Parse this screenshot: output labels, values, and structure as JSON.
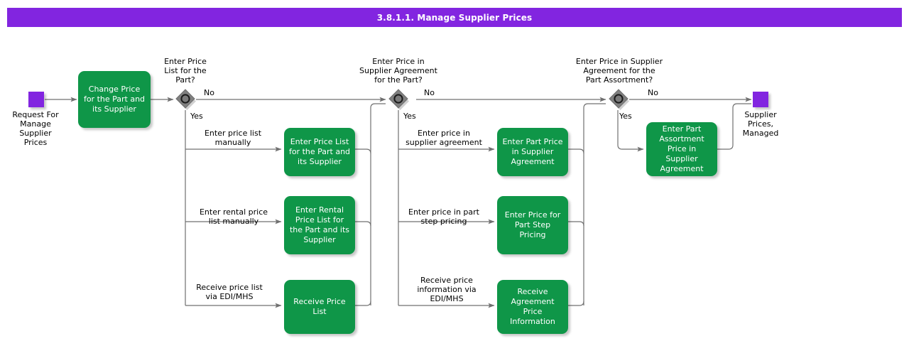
{
  "header": {
    "title": "3.8.1.1. Manage Supplier Prices",
    "bar_color": "#8225e0",
    "title_color": "#ffffff"
  },
  "palette": {
    "task_green": "#0f9648",
    "event_purple": "#8225e0",
    "gateway_gray": "#808080",
    "line_gray": "#707070",
    "text_black": "#000000"
  },
  "diagram": {
    "type": "flowchart",
    "start_event": {
      "name": "start-event",
      "label": "Request For\nManage\nSupplier\nPrices"
    },
    "end_event": {
      "name": "end-event",
      "label": "Supplier\nPrices,\nManaged"
    },
    "first_task": {
      "label": "Change Price for\nthe Part and its\nSupplier"
    },
    "gateways": [
      {
        "id": "gw1",
        "question": "Enter Price\nList for the\nPart?",
        "yes_label": "Yes",
        "no_label": "No"
      },
      {
        "id": "gw2",
        "question": "Enter Price in\nSupplier Agreement\nfor the Part?",
        "yes_label": "Yes",
        "no_label": "No"
      },
      {
        "id": "gw3",
        "question": "Enter Price in Supplier\nAgreement for the\nPart Assortment?",
        "yes_label": "Yes",
        "no_label": "No"
      }
    ],
    "branches": [
      {
        "gateway": "gw1",
        "edge_label": "Enter price list\nmanually",
        "task": "Enter Price List\nfor the Part and\nits Supplier"
      },
      {
        "gateway": "gw1",
        "edge_label": "Enter rental price\nlist manually",
        "task": "Enter Rental\nPrice List for the\nPart and its\nSupplier"
      },
      {
        "gateway": "gw1",
        "edge_label": "Receive price list\nvia EDI/MHS",
        "task": "Receive Price\nList"
      },
      {
        "gateway": "gw2",
        "edge_label": "Enter price in\nsupplier agreement",
        "task": "Enter Part Price\nin Supplier\nAgreement"
      },
      {
        "gateway": "gw2",
        "edge_label": "Enter price in part\nstep pricing",
        "task": "Enter Price for\nPart Step Pricing"
      },
      {
        "gateway": "gw2",
        "edge_label": "Receive price\ninformation via\nEDI/MHS",
        "task": "Receive\nAgreement Price\nInformation"
      },
      {
        "gateway": "gw3",
        "edge_label": "",
        "task": "Enter Part\nAssortment\nPrice in Supplier\nAgreement"
      }
    ]
  }
}
